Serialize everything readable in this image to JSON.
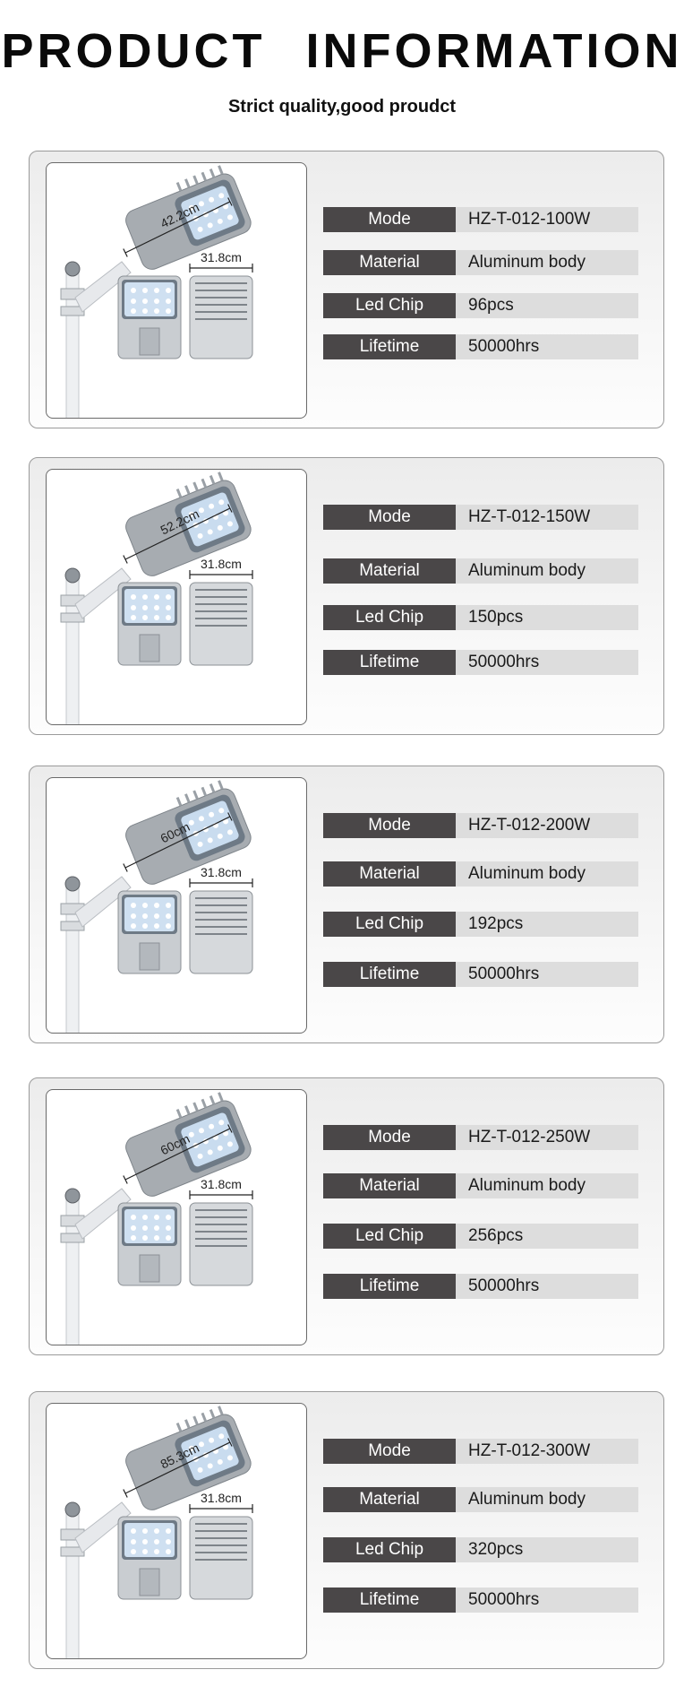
{
  "header": {
    "title": "PRODUCT INFORMATION",
    "subtitle": "Strict quality,good proudct"
  },
  "colors": {
    "label_bg": "#4a4748",
    "value_bg": "#dddddd",
    "card_border": "#9a9a9a",
    "fixture_gray": "#9ea3a8",
    "led_panel": "#c9dcef"
  },
  "products": [
    {
      "dim_length": "42.2cm",
      "dim_width": "31.8cm",
      "specs": [
        {
          "label": "Mode",
          "value": "HZ-T-012-100W"
        },
        {
          "label": "Material",
          "value": "Aluminum body"
        },
        {
          "label": "Led Chip",
          "value": "96pcs"
        },
        {
          "label": "Lifetime",
          "value": "50000hrs"
        }
      ]
    },
    {
      "dim_length": "52.2cm",
      "dim_width": "31.8cm",
      "specs": [
        {
          "label": "Mode",
          "value": "HZ-T-012-150W"
        },
        {
          "label": "Material",
          "value": "Aluminum body"
        },
        {
          "label": "Led Chip",
          "value": "150pcs"
        },
        {
          "label": "Lifetime",
          "value": "50000hrs"
        }
      ]
    },
    {
      "dim_length": "60cm",
      "dim_width": "31.8cm",
      "specs": [
        {
          "label": "Mode",
          "value": "HZ-T-012-200W"
        },
        {
          "label": "Material",
          "value": "Aluminum body"
        },
        {
          "label": "Led Chip",
          "value": "192pcs"
        },
        {
          "label": "Lifetime",
          "value": "50000hrs"
        }
      ]
    },
    {
      "dim_length": "60cm",
      "dim_width": "31.8cm",
      "specs": [
        {
          "label": "Mode",
          "value": "HZ-T-012-250W"
        },
        {
          "label": "Material",
          "value": "Aluminum body"
        },
        {
          "label": "Led Chip",
          "value": "256pcs"
        },
        {
          "label": "Lifetime",
          "value": "50000hrs"
        }
      ]
    },
    {
      "dim_length": "85.3cm",
      "dim_width": "31.8cm",
      "specs": [
        {
          "label": "Mode",
          "value": "HZ-T-012-300W"
        },
        {
          "label": "Material",
          "value": "Aluminum body"
        },
        {
          "label": "Led Chip",
          "value": "320pcs"
        },
        {
          "label": "Lifetime",
          "value": "50000hrs"
        }
      ]
    }
  ]
}
